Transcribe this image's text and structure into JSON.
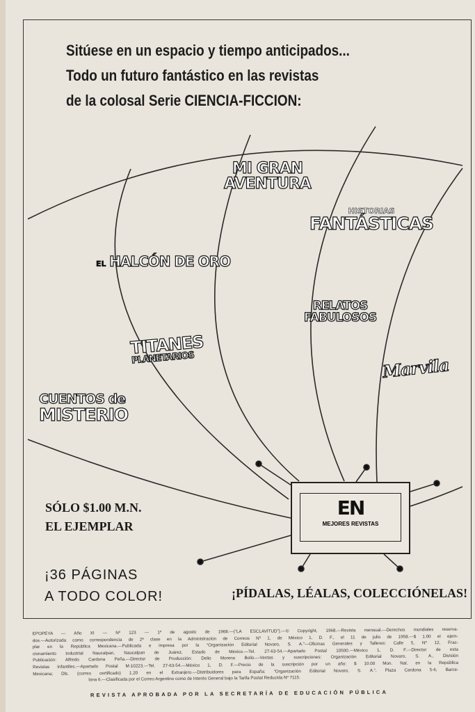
{
  "header": {
    "lines": [
      "Sitúese en un espacio y tiempo anticipados...",
      "Todo un futuro fantástico en las revistas",
      "de la colosal Serie CIENCIA-FICCION:"
    ]
  },
  "logos": {
    "mi_gran_aventura": [
      "MI GRAN",
      "AVENTURA"
    ],
    "historias_fantasticas": [
      "HISTORIAS",
      "FANTÁSTICAS"
    ],
    "halcon_de_oro": [
      "EL",
      "HALCÓN DE ORO"
    ],
    "relatos_fabulosos": [
      "RELATOS",
      "FABULOSOS"
    ],
    "titanes_planetarios": [
      "TITANES",
      "PLANETARIOS"
    ],
    "marvila": "Marvila",
    "cuentos_de_misterio": [
      "CUENTOS de",
      "MISTERIO"
    ]
  },
  "price": [
    "SÓLO $1.00 M.N.",
    "EL EJEMPLAR"
  ],
  "pages": [
    "¡36 PÁGINAS",
    "A TODO COLOR!"
  ],
  "slogan": "¡PÍDALAS, LÉALAS, COLECCIÓNELAS!",
  "tv": {
    "brand": "EN",
    "caption": "MEJORES REVISTAS"
  },
  "fine_print": [
    "EPOPEYA — Año XI — Nº 123 — 1º de agosto de 1968.—(“LA ESCLAVITUD”).—© Copyright, 1968.—Revista mensual.—Derechos mundiales reserva-",
    "dos.—Autorizada como correspondencia de 2ª clase en la Administración de Correos Nº 1, de México 1, D. F., el 11 de julio de 1958.—$ 1.00 el ejem-",
    "plar en la República Mexicana.—Publicada e impresa por la “Organización Editorial Novaro, S. A.”—Oficinas Generales y Talleres: Calle 5, Nº 12, Frac-",
    "cionamiento Industrial Naucalpan, Naucalpan de Juárez, Estado de México.—Tel. 27-63-54.—Apartado Postal 10500.—México 1, D. F.—Director de esta",
    "Publicación: Alfredo Cardona Peña.—Director de Producción: Delio Moreno Bolio.—Ventas y suscripciones: Organización Editorial Novaro, S. A., División",
    "Revistas Infantiles.—Apartado Postal M-10223.—Tel. 27-63-54.—México 1, D. F.—Precio de la suscripción por un año: $ 10.00 Mon. Nal. en la República",
    "Mexicana; Dls. (correo certificado) 1.20 en el Extranjero.—Distribuidores para España: “Organización Editorial Novaro, S. A.”, Plaza Cardona 5-6, Barce-",
    "lona 6.—Clasificada por el Correo Argentino como de Interés General bajo la Tarifa Postal Reducida Nº 7115."
  ],
  "approval": "REVISTA APROBADA POR LA SECRETARÍA DE EDUCACIÓN PÚBLICA"
}
